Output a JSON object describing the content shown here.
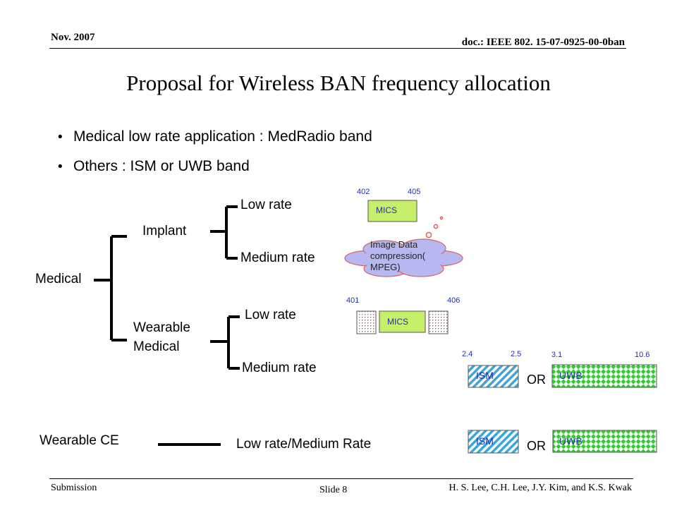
{
  "header": {
    "date": "Nov. 2007",
    "doc": "doc.: IEEE 802. 15-07-0925-00-0ban"
  },
  "title": "Proposal for Wireless BAN frequency allocation",
  "bullets": [
    "Medical low rate application : MedRadio band",
    "Others : ISM or UWB band"
  ],
  "tree": {
    "root": "Medical",
    "implant": "Implant",
    "implant_low": "Low rate",
    "implant_medium": "Medium rate",
    "wearable_line1": "Wearable",
    "wearable_line2": "Medical",
    "wearable_low": "Low rate",
    "wearable_medium": "Medium rate",
    "wearable_ce": "Wearable CE",
    "ce_rate": "Low rate/Medium Rate"
  },
  "bands": {
    "mics1": {
      "label": "MICS",
      "f_low": "402",
      "f_high": "405"
    },
    "cloud_text": [
      "Image Data",
      "compression(",
      "MPEG)"
    ],
    "mics2": {
      "label": "MICS",
      "f_low": "401",
      "f_high": "406"
    },
    "ism_uwb_freqs": {
      "ism_low": "2.4",
      "ism_high": "2.5",
      "uwb_low": "3.1",
      "uwb_high": "10.6"
    },
    "ism_label": "ISM",
    "uwb_label": "UWB",
    "or_label": "OR"
  },
  "colors": {
    "mics_fill": "#c6f06a",
    "ism_stripe": "#3ca6dc",
    "uwb_check": "#33cc33",
    "cloud_fill": "#b7b7f2",
    "freq_text": "#1f2fb0"
  },
  "footer": {
    "left": "Submission",
    "center": "Slide 8",
    "right": "H. S. Lee, C.H. Lee, J.Y. Kim, and K.S. Kwak"
  }
}
